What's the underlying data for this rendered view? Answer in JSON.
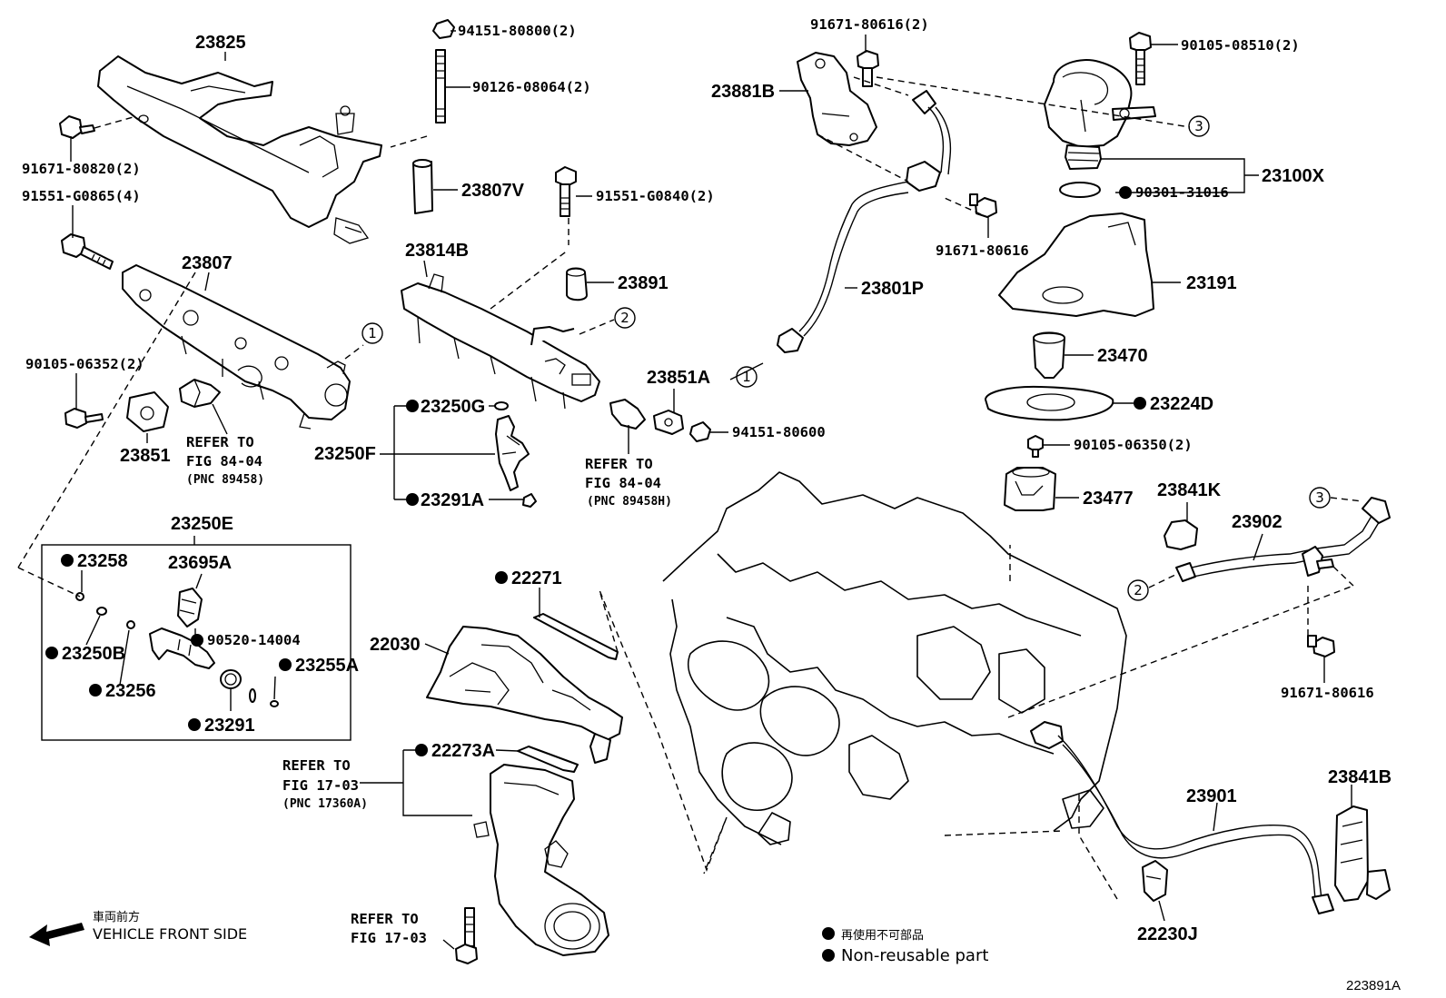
{
  "legend": {
    "nonreusable_jp": "再使用不可部品",
    "nonreusable_en": "Non-reusable part",
    "front_jp": "車両前方",
    "front_en": "VEHICLE FRONT SIDE"
  },
  "figure_ref": "223891A",
  "labels": {
    "p23825": "23825",
    "p94151_80800": "94151-80800(2)",
    "p90126_08064": "90126-08064(2)",
    "p91671_80820": "91671-80820(2)",
    "p91551_G0865": "91551-G0865(4)",
    "p23807V": "23807V",
    "p91551_G0840": "91551-G0840(2)",
    "p23807": "23807",
    "p23814B": "23814B",
    "p23891": "23891",
    "p90105_06352": "90105-06352(2)",
    "p23851": "23851",
    "p23250G": "23250G",
    "p23250F": "23250F",
    "p23291A": "23291A",
    "p23851A": "23851A",
    "p94151_80600": "94151-80600",
    "p91671_80616a": "91671-80616(2)",
    "p23881B": "23881B",
    "p90105_08510": "90105-08510(2)",
    "p23100X": "23100X",
    "p90301_31016": "90301-31016",
    "p91671_80616b": "91671-80616",
    "p23801P": "23801P",
    "p23191": "23191",
    "p23470": "23470",
    "p23224D": "23224D",
    "p90105_06350": "90105-06350(2)",
    "p23477": "23477",
    "p23841K": "23841K",
    "p23902": "23902",
    "p91671_80616c": "91671-80616",
    "p23250E": "23250E",
    "p23258": "23258",
    "p23695A": "23695A",
    "p90520_14004": "90520-14004",
    "p23250B": "23250B",
    "p23255A": "23255A",
    "p23256": "23256",
    "p23291": "23291",
    "p22271": "22271",
    "p22030": "22030",
    "p22273A": "22273A",
    "p23901": "23901",
    "p23841B": "23841B",
    "p22230J": "22230J"
  },
  "refs": {
    "r1_a": "REFER TO",
    "r1_b": "FIG 84-04",
    "r1_c": "(PNC 89458)",
    "r2_a": "REFER TO",
    "r2_b": "FIG 84-04",
    "r2_c": "(PNC 89458H)",
    "r3_a": "REFER TO",
    "r3_b": "FIG 17-03",
    "r3_c": "(PNC 17360A)",
    "r4_a": "REFER TO",
    "r4_b": "FIG 17-03"
  },
  "markers": {
    "m1": "1",
    "m2": "2",
    "m3": "3"
  }
}
